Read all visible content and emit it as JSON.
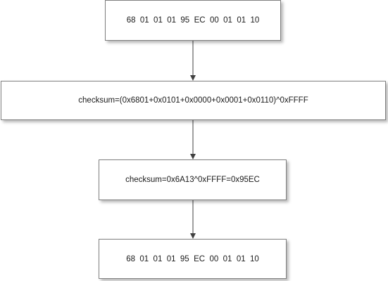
{
  "diagram": {
    "step1": "68  01  01  01  95  EC  00  01  01  10",
    "step2": "checksum=(0x6801+0x0101+0x0000+0x0001+0x0110)^0xFFFF",
    "step3": "checksum=0x6A13^0xFFFF=0x95EC",
    "step4": "68  01  01  01  95  EC  00  01  01  10"
  },
  "colors": {
    "box_border": "#7f7f7f",
    "arrow": "#404040",
    "text": "#1a1a1a",
    "background": "#ffffff"
  }
}
